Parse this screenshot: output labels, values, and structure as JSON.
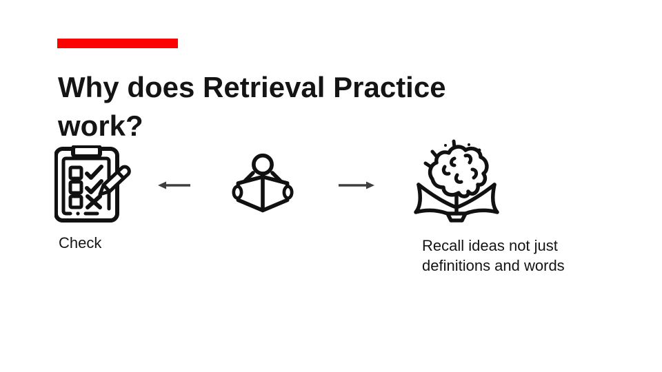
{
  "slide": {
    "title": "Why does Retrieval Practice work?",
    "background_color": "#FFFFFF",
    "accent_color": "#FB0200",
    "text_color": "#141414",
    "arrow_color": "#3F3F3F",
    "icon_color": "#111111"
  },
  "flow": {
    "steps": [
      {
        "icon": "checklist-pencil-icon",
        "label": "Check"
      },
      {
        "icon": "person-reading-book-icon",
        "label": ""
      },
      {
        "icon": "brain-open-book-icon",
        "label": "Recall ideas not just definitions and words"
      }
    ],
    "arrows": [
      {
        "icon": "arrow-left-icon",
        "direction": "left"
      },
      {
        "icon": "arrow-right-icon",
        "direction": "right"
      }
    ]
  }
}
